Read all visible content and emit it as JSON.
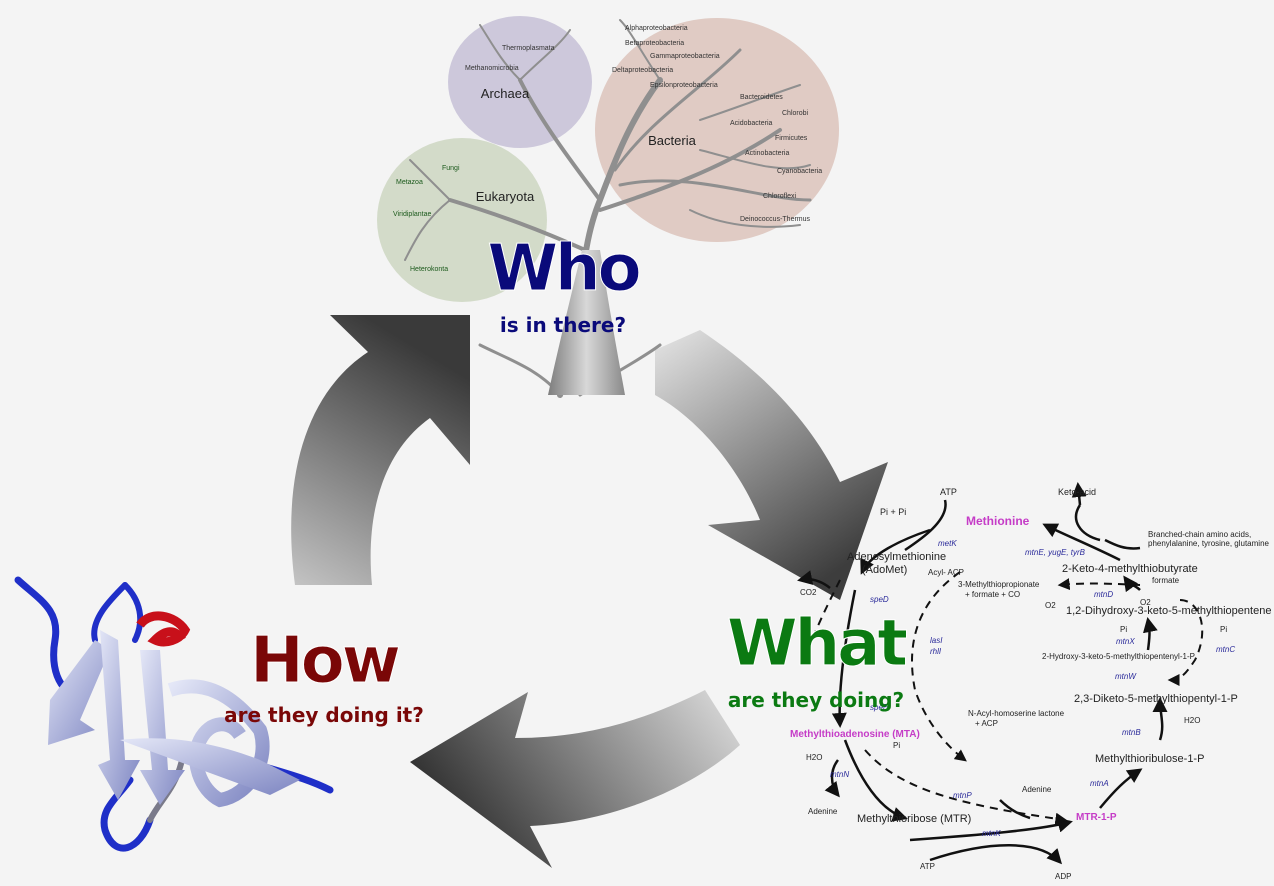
{
  "headlines": {
    "who": {
      "title": "Who",
      "subtitle": "is in there?",
      "color": "#0a0a7a"
    },
    "what": {
      "title": "What",
      "subtitle": "are they doing?",
      "color": "#0b7a12"
    },
    "how": {
      "title": "How",
      "subtitle": "are they doing it?",
      "color": "#7a0707"
    }
  },
  "tree": {
    "domains": [
      "Archaea",
      "Bacteria",
      "Eukaryota"
    ],
    "archaea_taxa": [
      "Thermoplasmata",
      "Methanomicrobia"
    ],
    "bacteria_taxa": [
      "Alphaproteobacteria",
      "Betaproteobacteria",
      "Gammaproteobacteria",
      "Deltaproteobacteria",
      "Epsilonproteobacteria",
      "Bacteroidetes",
      "Chlorobi",
      "Acidobacteria",
      "Firmicutes",
      "Actinobacteria",
      "Cyanobacteria",
      "Chloroflexi",
      "Deinococcus-Thermus"
    ],
    "eukaryota_taxa": [
      "Fungi",
      "Metazoa",
      "Viridiplantae",
      "Heterokonta"
    ],
    "colors": {
      "archaea": "#c9c3d8",
      "bacteria": "#dcc3bb",
      "eukaryota": "#cfd8c4"
    }
  },
  "pathway": {
    "metabolites": {
      "methionine": "Methionine",
      "adomet_1": "Adenosylmethionine",
      "adomet_2": "(AdoMet)",
      "mta": "Methylthioadenosine (MTA)",
      "mtr": "Methylthioribose (MTR)",
      "mtr1p": "MTR-1-P",
      "mtrul": "Methylthioribulose-1-P",
      "diketo": "2,3-Diketo-5-methylthiopentyl-1-P",
      "hydroxy": "2-Hydroxy-3-keto-5-methylthiopentenyl-1-P",
      "dihydroxy": "1,2-Dihydroxy-3-keto-5-methylthiopentene",
      "keto": "2-Keto-4-methylthiobutyrate",
      "ketoacid": "Keto-acid",
      "aa_1": "Branched-chain amino acids,",
      "aa_2": "phenylalanine, tyrosine, glutamine",
      "formate": "formate",
      "mtprop_1": "3-Methylthiopropionate",
      "mtprop_2": "+ formate + CO",
      "acylacp": "Acyl- ACP",
      "nacyl_1": "N-Acyl-homoserine lactone",
      "nacyl_2": "+ ACP",
      "atp_top": "ATP",
      "pipi": "Pi + Pi",
      "co2": "CO2",
      "h2o_left": "H2O",
      "h2o_right": "H2O",
      "pi_mta": "Pi",
      "pi_1": "Pi",
      "pi_2": "Pi",
      "o2_a": "O2",
      "o2_b": "O2",
      "adenine_left": "Adenine",
      "adenine_mid": "Adenine",
      "atp_bottom": "ATP",
      "adp_bottom": "ADP"
    },
    "enzymes": {
      "metK": "metK",
      "speD": "speD",
      "speE": "speE",
      "lasI": "lasI",
      "rhlI": "rhlI",
      "mtnE": "mtnE, yugE, tyrB",
      "mtnD": "mtnD",
      "mtnX": "mtnX",
      "mtnC": "mtnC",
      "mtnW": "mtnW",
      "mtnB": "mtnB",
      "mtnA": "mtnA",
      "mtnN": "mtnN",
      "mtnP": "mtnP",
      "mtnK": "mtnK"
    },
    "colors": {
      "highlight": "#c53cc7",
      "enzyme": "#2a2a9a",
      "text": "#222222"
    }
  },
  "protein": {
    "colors": {
      "strand": "#b8bfe6",
      "loop": "#1f2fc8",
      "helix": "#c8101a"
    }
  }
}
